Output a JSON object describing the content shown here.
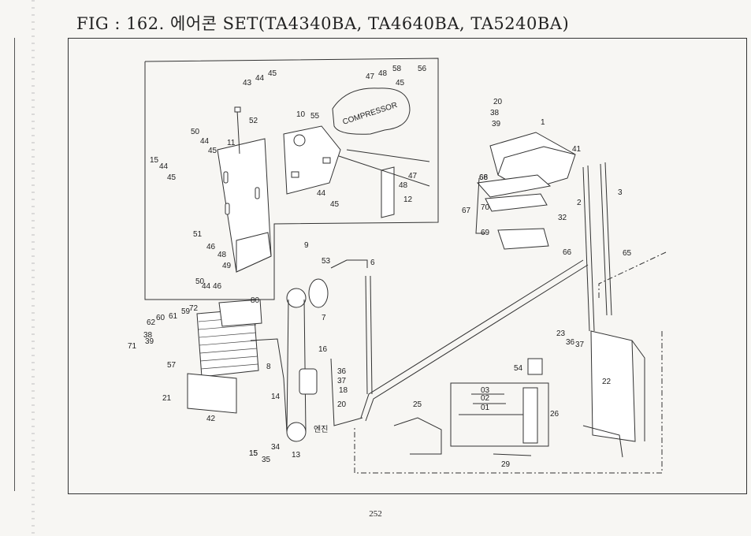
{
  "title": "FIG : 162. 에어콘 SET(TA4340BA, TA4640BA, TA5240BA)",
  "page_number": "252",
  "labels": {
    "compressor": "COMPRESSOR",
    "engine": "엔진"
  },
  "callouts": [
    "1",
    "2",
    "3",
    "6",
    "7",
    "8",
    "9",
    "10",
    "11",
    "12",
    "13",
    "14",
    "15",
    "15",
    "15",
    "16",
    "18",
    "20",
    "20",
    "21",
    "22",
    "23",
    "25",
    "26",
    "29",
    "32",
    "34",
    "35",
    "36",
    "36",
    "37",
    "37",
    "38",
    "38",
    "39",
    "39",
    "41",
    "42",
    "43",
    "44",
    "44",
    "44",
    "44",
    "44",
    "45",
    "45",
    "45",
    "45",
    "45",
    "46",
    "46",
    "47",
    "47",
    "48",
    "48",
    "48",
    "49",
    "50",
    "50",
    "51",
    "52",
    "53",
    "54",
    "55",
    "56",
    "57",
    "58",
    "59",
    "60",
    "61",
    "62",
    "65",
    "66",
    "66",
    "67",
    "68",
    "69",
    "70",
    "71",
    "72",
    "80",
    "01",
    "02",
    "03"
  ]
}
